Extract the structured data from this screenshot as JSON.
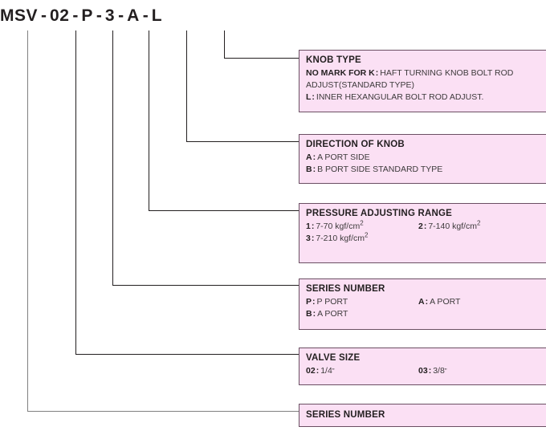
{
  "model_code": {
    "segments": [
      "MSV",
      "02",
      "P",
      "3",
      "A",
      "L"
    ],
    "separator": "-"
  },
  "colors": {
    "box_fill": "#fbe0f4",
    "box_border": "#6b4f63",
    "text": "#231f20",
    "leader_line": "#231f20",
    "leader_line_light": "#808080"
  },
  "callouts": [
    {
      "id": "knob-type",
      "title": "KNOB TYPE",
      "rows": [
        {
          "code": "NO MARK FOR K",
          "sep": ":",
          "desc": "HAFT TURNING KNOB BOLT ROD"
        },
        {
          "continuation": "ADJUST(STANDARD TYPE)"
        },
        {
          "code": "L",
          "sep": ":",
          "desc": "INNER HEXANGULAR BOLT ROD ADJUST."
        }
      ]
    },
    {
      "id": "direction-of-knob",
      "title": "DIRECTION OF KNOB",
      "rows": [
        {
          "code": "A",
          "sep": ":",
          "desc": "A PORT SIDE"
        },
        {
          "code": "B",
          "sep": ":",
          "desc": "B PORT SIDE STANDARD TYPE"
        }
      ]
    },
    {
      "id": "pressure-adjusting-range",
      "title": "PRESSURE ADJUSTING RANGE",
      "rows": [
        {
          "code": "1",
          "sep": ":",
          "desc": "7-70 kgf/cm",
          "sup": "2",
          "code2": "2",
          "sep2": ":",
          "desc2": "7-140 kgf/cm",
          "sup2": "2"
        },
        {
          "code": "3",
          "sep": ":",
          "desc": "7-210 kgf/cm",
          "sup": "2"
        }
      ]
    },
    {
      "id": "series-number-port",
      "title": "SERIES NUMBER",
      "rows": [
        {
          "code": "P",
          "sep": ":",
          "desc": "P PORT",
          "code2": "A",
          "sep2": ":",
          "desc2": "A PORT"
        },
        {
          "code": "B",
          "sep": ":",
          "desc": "A PORT"
        }
      ]
    },
    {
      "id": "valve-size",
      "title": "VALVE SIZE",
      "rows": [
        {
          "code": "02",
          "sep": ":",
          "desc": "1/4",
          "inch": "”",
          "code2": "03",
          "sep2": ":",
          "desc2": "3/8",
          "inch2": "”"
        }
      ]
    },
    {
      "id": "series-number",
      "title": "SERIES NUMBER",
      "rows": []
    }
  ]
}
